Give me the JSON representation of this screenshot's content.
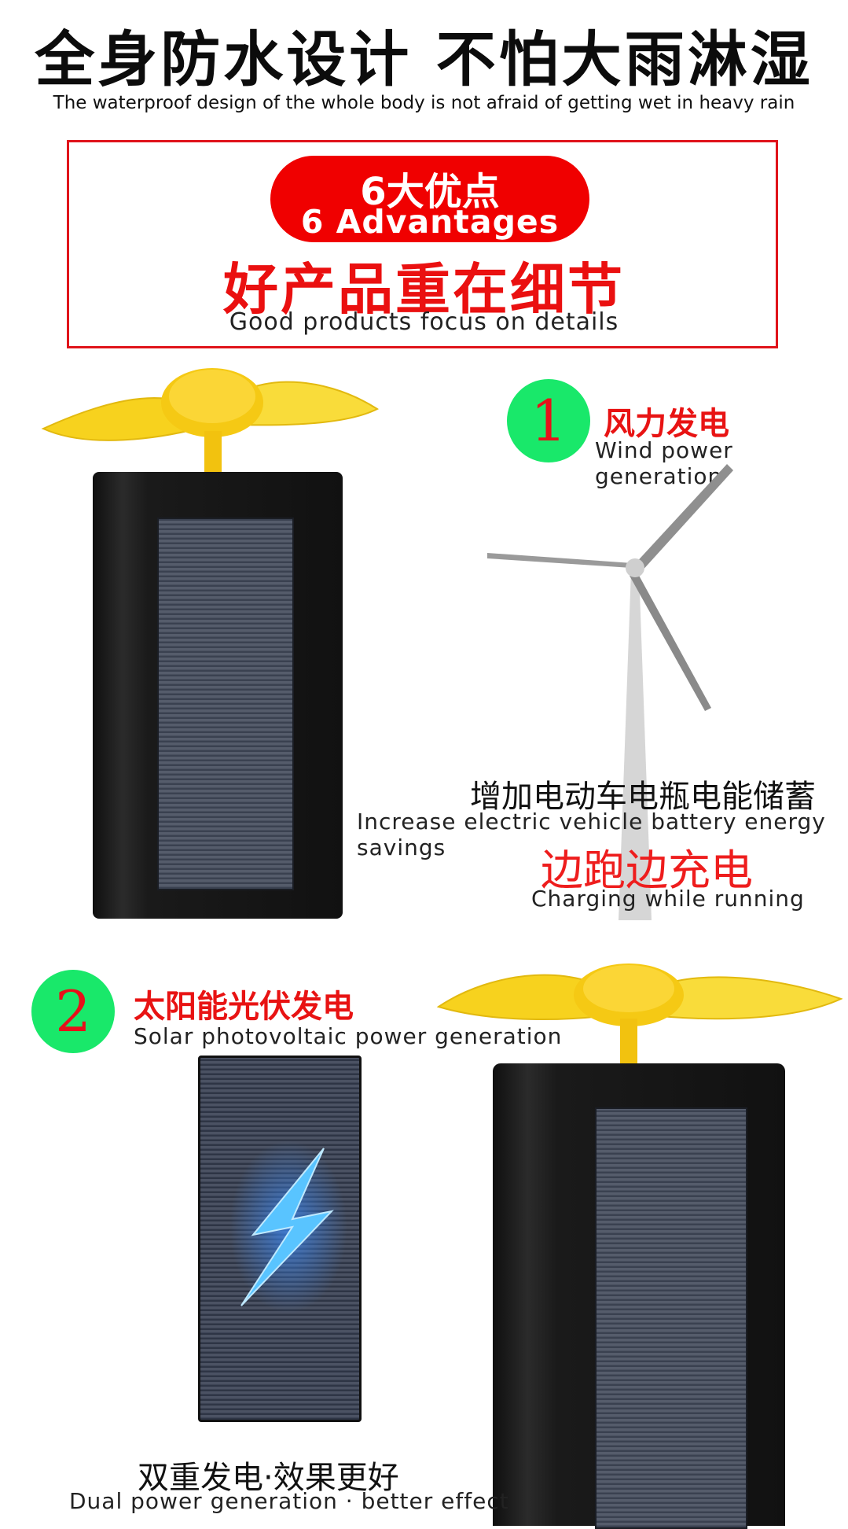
{
  "header": {
    "title": "全身防水设计 不怕大雨淋湿",
    "subtitle": "The waterproof design of the whole body is not afraid of getting wet in heavy rain"
  },
  "advantages": {
    "pill_cn": "6大优点",
    "pill_en": "6 Advantages",
    "title": "好产品重在细节",
    "subtitle": "Good products focus on details"
  },
  "feature1": {
    "number": "1",
    "title": "风力发电",
    "subtitle": "Wind power generation",
    "line1_cn": "增加电动车电瓶电能储蓄",
    "line1_en": "Increase electric vehicle battery energy savings",
    "line2_cn": "边跑边充电",
    "line2_en": "Charging while running"
  },
  "feature2": {
    "number": "2",
    "title": "太阳能光伏发电",
    "subtitle": "Solar photovoltaic power generation",
    "line_cn": "双重发电·效果更好",
    "line_en": "Dual power generation · better effect"
  },
  "colors": {
    "red": "#e81313",
    "green_badge": "#19e86a",
    "fan_yellow": "#f7d21e"
  },
  "icons": [
    "fan-icon",
    "wind-turbine-icon",
    "lightning-icon"
  ]
}
